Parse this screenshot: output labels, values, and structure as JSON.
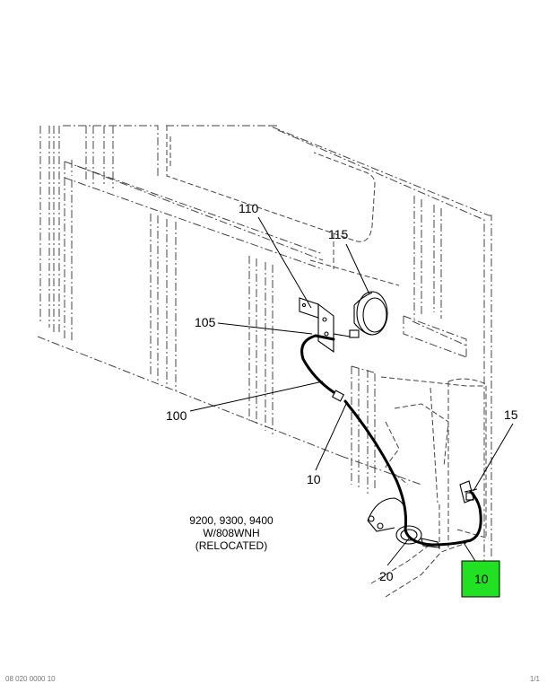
{
  "callouts": {
    "c110": "110",
    "c115": "115",
    "c105": "105",
    "c100": "100",
    "c10a": "10",
    "c15": "15",
    "c20": "20",
    "c10_highlight": "10"
  },
  "note": {
    "line1": "9200, 9300, 9400",
    "line2": "W/808WNH",
    "line3": "(RELOCATED)"
  },
  "colors": {
    "highlight_fill": "#22e022",
    "highlight_border": "#000000",
    "line": "#000000",
    "phantom": "#444444"
  },
  "footer": {
    "code": "08 020 0000 10",
    "page": "1/1"
  }
}
